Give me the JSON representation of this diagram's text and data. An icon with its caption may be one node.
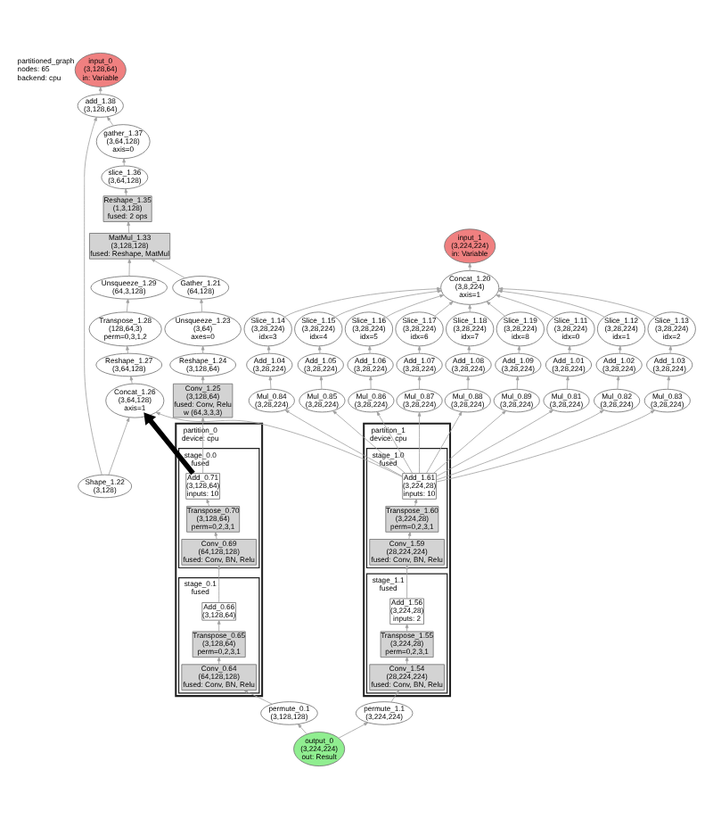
{
  "diagram": {
    "nodes": [
      {
        "text": [
          "input_1",
          "(3,224,224)",
          "in: Variable"
        ]
      },
      {
        "text": [
          "input_0",
          "(3,128,64)",
          "in: Variable"
        ]
      },
      {
        "text": [
          "add_1.38",
          "(3,128,64)"
        ]
      },
      {
        "text": [
          "gather_1.37",
          "(3,64,128)",
          "axis=0"
        ]
      },
      {
        "text": [
          "slice_1.36",
          "(3,64,128)"
        ]
      },
      {
        "text": [
          "Reshape_1.35",
          "(1,3,128)",
          "fused: 2 ops"
        ]
      },
      {
        "text": [
          "MatMul_1.33",
          "(3,128,128)",
          "fused: Reshape, MatMul"
        ]
      },
      {
        "text": [
          "Unsqueeze_1.29",
          "(64,3,128)"
        ]
      },
      {
        "text": [
          "Transpose_1.28",
          "(128,64,3)",
          "perm=0,3,1,2"
        ]
      },
      {
        "text": [
          "Reshape_1.27",
          "(3,64,128)"
        ]
      },
      {
        "text": [
          "Gather_1.21",
          "(64,128)"
        ]
      },
      {
        "text": [
          "Concat_1.26",
          "(3,64,128)",
          "axis=1"
        ]
      },
      {
        "text": [
          "Concat_1.20",
          "(3,8,224)",
          "axis=1"
        ]
      },
      {
        "text": [
          "Shape_1.22",
          "(3,128)"
        ]
      },
      {
        "text": [
          "Unsqueeze_1.23",
          "(3,64)",
          "axes=0"
        ]
      },
      {
        "text": [
          "Reshape_1.24",
          "(3,128,64)"
        ]
      },
      {
        "text": [
          "Slice_1.11",
          "(3,28,224)",
          "idx=0"
        ]
      },
      {
        "text": [
          "Slice_1.12",
          "(3,28,224)",
          "idx=1"
        ]
      },
      {
        "text": [
          "Slice_1.13",
          "(3,28,224)",
          "idx=2"
        ]
      },
      {
        "text": [
          "Slice_1.14",
          "(3,28,224)",
          "idx=3"
        ]
      },
      {
        "text": [
          "Slice_1.15",
          "(3,28,224)",
          "idx=4"
        ]
      },
      {
        "text": [
          "Slice_1.16",
          "(3,28,224)",
          "idx=5"
        ]
      },
      {
        "text": [
          "Slice_1.17",
          "(3,28,224)",
          "idx=6"
        ]
      },
      {
        "text": [
          "Slice_1.18",
          "(3,28,224)",
          "idx=7"
        ]
      },
      {
        "text": [
          "Slice_1.19",
          "(3,28,224)",
          "idx=8"
        ]
      },
      {
        "text": [
          "Conv_1.25",
          "(3,128,64)",
          "fused: Conv, Relu",
          "w (64,3,3,3)"
        ]
      },
      {
        "text": [
          "Add_1.01",
          "(3,28,224)"
        ]
      },
      {
        "text": [
          "Add_1.02",
          "(3,28,224)"
        ]
      },
      {
        "text": [
          "Add_1.03",
          "(3,28,224)"
        ]
      },
      {
        "text": [
          "Add_1.04",
          "(3,28,224)"
        ]
      },
      {
        "text": [
          "Add_1.05",
          "(3,28,224)"
        ]
      },
      {
        "text": [
          "Add_1.06",
          "(3,28,224)"
        ]
      },
      {
        "text": [
          "Add_1.07",
          "(3,28,224)"
        ]
      },
      {
        "text": [
          "Add_1.08",
          "(3,28,224)"
        ]
      },
      {
        "text": [
          "Add_1.09",
          "(3,28,224)"
        ]
      },
      {
        "text": [
          "Mul_0.81",
          "(3,28,224)"
        ]
      },
      {
        "text": [
          "Mul_0.82",
          "(3,28,224)"
        ]
      },
      {
        "text": [
          "Mul_0.83",
          "(3,28,224)"
        ]
      },
      {
        "text": [
          "Mul_0.84",
          "(3,28,224)"
        ]
      },
      {
        "text": [
          "Mul_0.85",
          "(3,28,224)"
        ]
      },
      {
        "text": [
          "Mul_0.86",
          "(3,28,224)"
        ]
      },
      {
        "text": [
          "Mul_0.87",
          "(3,28,224)"
        ]
      },
      {
        "text": [
          "Mul_0.88",
          "(3,28,224)"
        ]
      },
      {
        "text": [
          "Mul_0.89",
          "(3,28,224)"
        ]
      },
      {
        "text": [
          "partition_0",
          "device: cpu"
        ]
      },
      {
        "text": [
          "stage_0.0",
          "fused"
        ],
        "in": 44
      },
      {
        "text": [
          "Add_0.71",
          "(3,128,64)",
          "inputs: 10"
        ],
        "in": 45
      },
      {
        "text": [
          "Transpose_0.70",
          "(3,128,64)",
          "perm=0,2,3,1"
        ],
        "in": 45
      },
      {
        "text": [
          "Conv_0.69",
          "(64,128,128)",
          "fused: Conv, BN, Relu"
        ],
        "in": 45
      },
      {
        "text": [
          "stage_0.1",
          "fused"
        ],
        "in": 44
      },
      {
        "text": [
          "Add_0.66",
          "(3,128,64)"
        ],
        "in": 49
      },
      {
        "text": [
          "Transpose_0.65",
          "(3,128,64)",
          "perm=0,2,3,1"
        ],
        "in": 49
      },
      {
        "text": [
          "Conv_0.64",
          "(64,128,128)",
          "fused: Conv, BN, Relu"
        ],
        "in": 49
      },
      {
        "text": [
          "partition_1",
          "device: cpu"
        ]
      },
      {
        "text": [
          "stage_1.0",
          "fused"
        ],
        "in": 53
      },
      {
        "text": [
          "Add_1.61",
          "(3,224,28)",
          "inputs: 10"
        ],
        "in": 54
      },
      {
        "text": [
          "Transpose_1.60",
          "(3,224,28)",
          "perm=0,2,3,1"
        ],
        "in": 54
      },
      {
        "text": [
          "Conv_1.59",
          "(28,224,224)",
          "fused: Conv, BN, Relu"
        ],
        "in": 54
      },
      {
        "text": [
          "stage_1.1",
          "fused"
        ],
        "in": 53
      },
      {
        "text": [
          "Add_1.56",
          "(3,224,28)",
          "inputs: 2"
        ],
        "in": 58
      },
      {
        "text": [
          "Transpose_1.55",
          "(3,224,28)",
          "perm=0,2,3,1"
        ],
        "in": 58
      },
      {
        "text": [
          "Conv_1.54",
          "(28,224,224)",
          "fused: Conv, BN, Relu"
        ],
        "in": 58
      },
      {
        "text": [
          "permute_0.1",
          "(3,128,128)"
        ]
      },
      {
        "text": [
          "permute_1.1",
          "(3,224,224)"
        ]
      },
      {
        "text": [
          "output_0",
          "(3,224,224)",
          "out: Result"
        ]
      }
    ],
    "edges": [
      {
        "from": 2,
        "to": 1,
        "arrow": "to"
      },
      {
        "from": 3,
        "to": 2,
        "arrow": "to"
      },
      {
        "from": 4,
        "to": 3,
        "arrow": "to"
      },
      {
        "from": 5,
        "to": 4,
        "arrow": "to"
      },
      {
        "from": 6,
        "to": 5,
        "arrow": "to"
      },
      {
        "from": 7,
        "to": 6,
        "arrow": "to"
      },
      {
        "from": 8,
        "to": 7,
        "arrow": "to"
      },
      {
        "from": 9,
        "to": 8,
        "arrow": "to"
      },
      {
        "from": 11,
        "to": 9,
        "arrow": "to"
      },
      {
        "from": 10,
        "to": 6,
        "arrow": "to"
      },
      {
        "from": 13,
        "to": 2,
        "arrow": "to"
      },
      {
        "from": 13,
        "to": 11,
        "arrow": "to"
      },
      {
        "from": 14,
        "to": 10,
        "arrow": "to"
      },
      {
        "from": 15,
        "to": 14,
        "arrow": "to"
      },
      {
        "from": 25,
        "to": 15,
        "arrow": "to"
      },
      {
        "from": 12,
        "to": 0,
        "arrow": "to"
      },
      {
        "from": 16,
        "to": 12,
        "arrow": "to"
      },
      {
        "from": 17,
        "to": 12,
        "arrow": "to"
      },
      {
        "from": 18,
        "to": 12,
        "arrow": "to"
      },
      {
        "from": 19,
        "to": 12,
        "arrow": "to"
      },
      {
        "from": 20,
        "to": 12,
        "arrow": "to"
      },
      {
        "from": 21,
        "to": 12,
        "arrow": "to"
      },
      {
        "from": 22,
        "to": 12,
        "arrow": "to"
      },
      {
        "from": 23,
        "to": 12,
        "arrow": "to"
      },
      {
        "from": 24,
        "to": 12,
        "arrow": "to"
      },
      {
        "from": 26,
        "to": 16,
        "arrow": "to"
      },
      {
        "from": 27,
        "to": 17,
        "arrow": "to"
      },
      {
        "from": 28,
        "to": 18,
        "arrow": "to"
      },
      {
        "from": 29,
        "to": 19,
        "arrow": "to"
      },
      {
        "from": 30,
        "to": 20,
        "arrow": "to"
      },
      {
        "from": 31,
        "to": 21,
        "arrow": "to"
      },
      {
        "from": 32,
        "to": 22,
        "arrow": "to"
      },
      {
        "from": 33,
        "to": 23,
        "arrow": "to"
      },
      {
        "from": 34,
        "to": 24,
        "arrow": "to"
      },
      {
        "from": 35,
        "to": 26,
        "arrow": "to"
      },
      {
        "from": 36,
        "to": 27,
        "arrow": "to"
      },
      {
        "from": 37,
        "to": 28,
        "arrow": "to"
      },
      {
        "from": 38,
        "to": 29,
        "arrow": "to"
      },
      {
        "from": 39,
        "to": 30,
        "arrow": "to"
      },
      {
        "from": 40,
        "to": 31,
        "arrow": "to"
      },
      {
        "from": 41,
        "to": 32,
        "arrow": "to"
      },
      {
        "from": 42,
        "to": 33,
        "arrow": "to"
      },
      {
        "from": 43,
        "to": 34,
        "arrow": "to"
      },
      {
        "from": 46,
        "to": 25,
        "arrow": "to"
      },
      {
        "from": 46,
        "to": 11,
        "arrow": "to",
        "style": "thick",
        "color": "#000000"
      },
      {
        "from": 47,
        "to": 46,
        "arrow": "to"
      },
      {
        "from": 48,
        "to": 47,
        "arrow": "to"
      },
      {
        "from": 50,
        "to": 48,
        "arrow": "to"
      },
      {
        "from": 51,
        "to": 50,
        "arrow": "to"
      },
      {
        "from": 52,
        "to": 51,
        "arrow": "to"
      },
      {
        "from": 55,
        "to": 35,
        "arrow": "to"
      },
      {
        "from": 55,
        "to": 36,
        "arrow": "to"
      },
      {
        "from": 55,
        "to": 37,
        "arrow": "to"
      },
      {
        "from": 55,
        "to": 38,
        "arrow": "to"
      },
      {
        "from": 55,
        "to": 39,
        "arrow": "to"
      },
      {
        "from": 55,
        "to": 40,
        "arrow": "to"
      },
      {
        "from": 55,
        "to": 41,
        "arrow": "to"
      },
      {
        "from": 55,
        "to": 42,
        "arrow": "to"
      },
      {
        "from": 55,
        "to": 43,
        "arrow": "to"
      },
      {
        "from": 55,
        "to": 11,
        "arrow": "to"
      },
      {
        "from": 56,
        "to": 55,
        "arrow": "to"
      },
      {
        "from": 57,
        "to": 56,
        "arrow": "to"
      },
      {
        "from": 59,
        "to": 57,
        "arrow": "to"
      },
      {
        "from": 60,
        "to": 59,
        "arrow": "to"
      },
      {
        "from": 61,
        "to": 60,
        "arrow": "to"
      },
      {
        "from": 62,
        "to": 52,
        "arrow": "to"
      },
      {
        "from": 63,
        "to": 61,
        "arrow": "to"
      },
      {
        "from": 64,
        "to": 62,
        "arrow": "to"
      },
      {
        "from": 64,
        "to": 63,
        "arrow": "to"
      }
    ],
    "labels": [
      "partitioned_graph",
      "nodes: 65",
      "backend: cpu"
    ]
  }
}
